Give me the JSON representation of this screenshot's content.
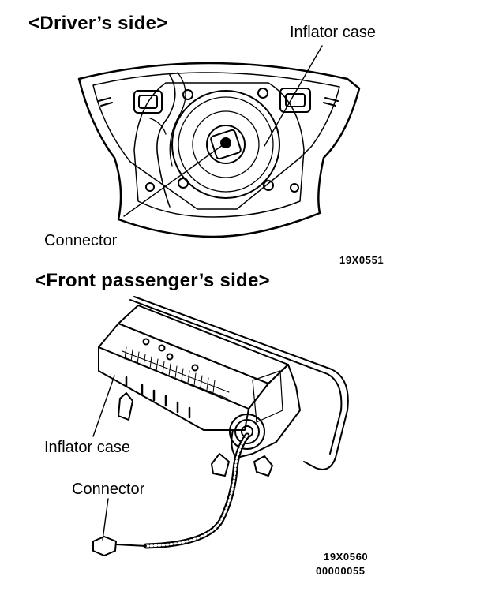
{
  "driver": {
    "title": "<Driver’s side>",
    "inflator_label": "Inflator case",
    "connector_label": "Connector",
    "figure_code": "19X0551"
  },
  "passenger": {
    "title": "<Front passenger’s side>",
    "inflator_label": "Inflator case",
    "connector_label": "Connector",
    "figure_code": "19X0560",
    "doc_code": "00000055"
  }
}
